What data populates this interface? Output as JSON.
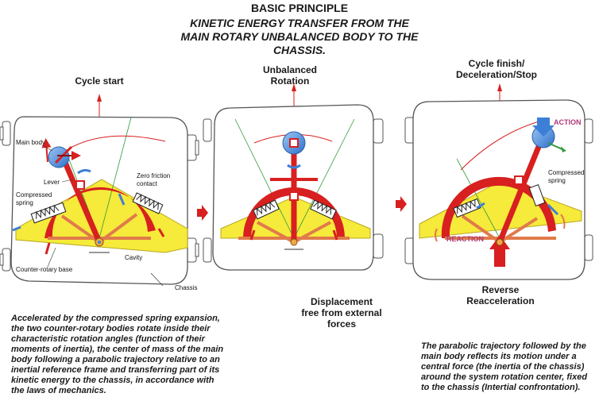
{
  "header": {
    "title": "BASIC PRINCIPLE",
    "subtitle_line1": "KINETIC ENERGY TRANSFER FROM THE",
    "subtitle_line2": "MAIN ROTARY UNBALANCED BODY TO THE",
    "subtitle_line3": "CHASSIS."
  },
  "stages": {
    "start": "Cycle start",
    "middle_line1": "Unbalanced",
    "middle_line2": "Rotation",
    "finish_line1": "Cycle finish/",
    "finish_line2": "Deceleration/Stop"
  },
  "labels": {
    "main_body": "Main body",
    "lever": "Lever",
    "zero_friction_1": "Zero friction",
    "zero_friction_2": "contact",
    "compressed_spring_1": "Compressed",
    "compressed_spring_2": "spring",
    "counter_rotary_base": "Counter-rotary base",
    "cavity": "Cavity",
    "chassis": "Chassis",
    "compressed_spring_right_1": "Compressed",
    "compressed_spring_right_2": "spring",
    "action": "ACTION",
    "reaction": "REACTION"
  },
  "captions": {
    "displacement_line1": "Displacement",
    "displacement_line2": "free from external forces",
    "reverse_line1": "Reverse",
    "reverse_line2": "Reacceleration",
    "left_para": [
      "Accelerated by the compressed spring expansion,",
      "the two counter-rotary bodies rotate inside their",
      "characteristic rotation angles (function of their",
      "moments of inertia), the center of mass of the main",
      "body following a parabolic trajectory relative to an",
      "inertial reference frame and transferring  part of its",
      "kinetic energy to the chassis, in accordance with",
      "the laws of mechanics."
    ],
    "right_para": [
      "The parabolic trajectory followed by the",
      "main body reflects its motion under a",
      "central force (the inertia of the chassis)",
      "around the system rotation center, fixed",
      "to the chassis (Intertial confrontation)."
    ]
  },
  "colors": {
    "lever_red": "#d7201f",
    "base_yellow": "#f6ea3a",
    "body_blue": "#4f8fe0",
    "arrow_blue": "#3d7fd6",
    "action_magenta": "#b03a7a",
    "chassis_stroke": "#555555"
  }
}
